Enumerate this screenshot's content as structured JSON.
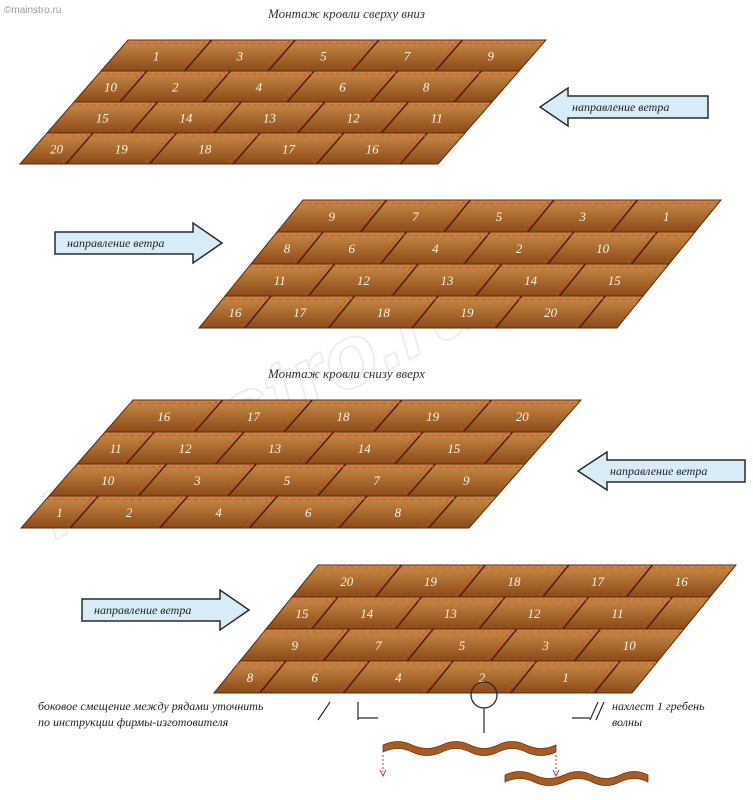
{
  "watermark_small": "©mainstro.ru",
  "watermark_big": "mainstro.ru",
  "titles": {
    "top_down": "Монтаж кровли сверху вниз",
    "bottom_up": "Монтаж кровли снизу вверх"
  },
  "wind_label": "направление ветра",
  "colors": {
    "sheet_dark": "#8c4a18",
    "sheet_light": "#c98b47",
    "seam": "#e0473a",
    "arrow_fill": "#d7ecf7",
    "arrow_stroke": "#2a2a2a"
  },
  "diagrams": [
    {
      "id": "d1",
      "wind_dir": "left",
      "rows": [
        [
          "1",
          "3",
          "5",
          "7",
          "9"
        ],
        [
          "10",
          "2",
          "4",
          "6",
          "8"
        ],
        [
          "15",
          "14",
          "13",
          "12",
          "11"
        ],
        [
          "20",
          "19",
          "18",
          "17",
          "16"
        ]
      ]
    },
    {
      "id": "d2",
      "wind_dir": "right",
      "rows": [
        [
          "9",
          "7",
          "5",
          "3",
          "1"
        ],
        [
          "8",
          "6",
          "4",
          "2",
          "10"
        ],
        [
          "11",
          "12",
          "13",
          "14",
          "15"
        ],
        [
          "16",
          "17",
          "18",
          "19",
          "20"
        ]
      ]
    },
    {
      "id": "d3",
      "wind_dir": "left",
      "rows": [
        [
          "16",
          "17",
          "18",
          "19",
          "20"
        ],
        [
          "11",
          "12",
          "13",
          "14",
          "15"
        ],
        [
          "10",
          "3",
          "5",
          "7",
          "9"
        ],
        [
          "1",
          "2",
          "4",
          "6",
          "8"
        ]
      ]
    },
    {
      "id": "d4",
      "wind_dir": "right",
      "rows": [
        [
          "20",
          "19",
          "18",
          "17",
          "16"
        ],
        [
          "15",
          "14",
          "13",
          "12",
          "11"
        ],
        [
          "9",
          "7",
          "5",
          "3",
          "10"
        ],
        [
          "8",
          "6",
          "4",
          "2",
          "1"
        ]
      ]
    }
  ],
  "notes": {
    "lateral_offset": [
      "боковое смещение между рядами уточнить",
      "по инструкции фирмы-изготовителя"
    ],
    "overlap": [
      "нахлест 1 гребень",
      "волны"
    ]
  }
}
